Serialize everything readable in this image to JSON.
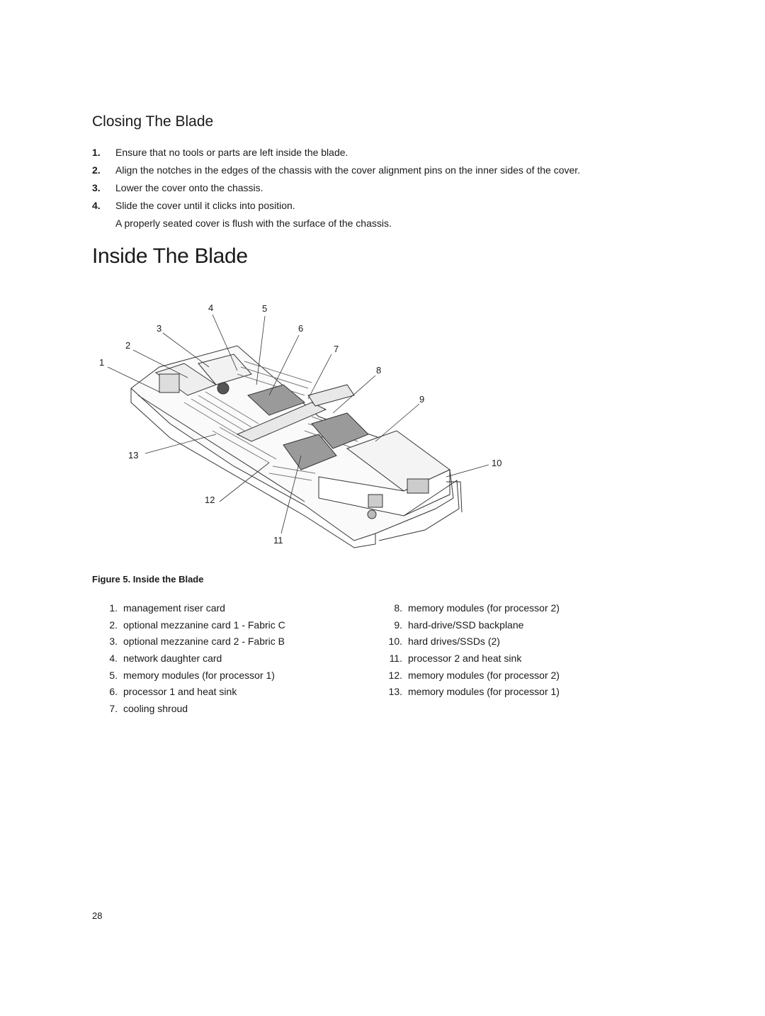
{
  "section_title": "Closing The Blade",
  "steps": [
    {
      "num": "1.",
      "text": "Ensure that no tools or parts are left inside the blade."
    },
    {
      "num": "2.",
      "text": "Align the notches in the edges of the chassis with the cover alignment pins on the inner sides of the cover."
    },
    {
      "num": "3.",
      "text": "Lower the cover onto the chassis."
    },
    {
      "num": "4.",
      "text": "Slide the cover until it clicks into position."
    },
    {
      "num": "",
      "text": "A properly seated cover is flush with the surface of the chassis."
    }
  ],
  "chapter_title": "Inside The Blade",
  "figure": {
    "callouts": [
      "1",
      "2",
      "3",
      "4",
      "5",
      "6",
      "7",
      "8",
      "9",
      "10",
      "11",
      "12",
      "13"
    ],
    "caption": "Figure 5. Inside the Blade"
  },
  "legend_left": [
    {
      "num": "1.",
      "text": "management riser card"
    },
    {
      "num": "2.",
      "text": "optional mezzanine card 1 - Fabric C"
    },
    {
      "num": "3.",
      "text": "optional mezzanine card 2 - Fabric B"
    },
    {
      "num": "4.",
      "text": "network daughter card"
    },
    {
      "num": "5.",
      "text": "memory modules (for processor 1)"
    },
    {
      "num": "6.",
      "text": "processor 1 and heat sink"
    },
    {
      "num": "7.",
      "text": "cooling shroud"
    }
  ],
  "legend_right": [
    {
      "num": "8.",
      "text": "memory modules (for processor 2)"
    },
    {
      "num": "9.",
      "text": "hard-drive/SSD backplane"
    },
    {
      "num": "10.",
      "text": "hard drives/SSDs (2)"
    },
    {
      "num": "11.",
      "text": "processor 2 and heat sink"
    },
    {
      "num": "12.",
      "text": "memory modules (for processor 2)"
    },
    {
      "num": "13.",
      "text": "memory modules (for processor 1)"
    }
  ],
  "page_number": "28"
}
